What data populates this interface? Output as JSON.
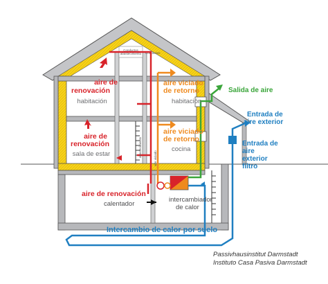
{
  "labels": {
    "aire_renovacion_1": "aire de",
    "aire_renovacion_2": "renovación",
    "habitacion": "habitación",
    "sala_estar": "sala de estar",
    "aire_viciado_1": "aire viciado",
    "aire_viciado_2": "de retorno",
    "cocina": "cocina",
    "aire_renovacion_basement": "aire de renovación",
    "calentador": "calentador",
    "intercambiador_1": "intercambiador",
    "intercambiador_2": "de calor",
    "salida_aire": "Salida de aire",
    "entrada_exterior_1": "Entrada de",
    "entrada_exterior_2": "aire exterior",
    "entrada_filtro_1": "Entrada de",
    "entrada_filtro_2": "aire",
    "entrada_filtro_3": "exterior",
    "entrada_filtro_4": "filtro",
    "intercambio_suelo": "Intercambio de calor por suelo",
    "conductos_1": "Conductos",
    "conductos_2": "abastecimiento",
    "conductos_3": "Conductos",
    "conductos_4": "aire viciado",
    "credit_1": "Passivhausinstitut Darmstadt",
    "credit_2": "Instituto Casa Pasiva Darmstadt"
  },
  "colors": {
    "insulation": "#f6d21b",
    "supply_air": "#d8232a",
    "exhaust_air": "#ef8a1e",
    "outgoing_air": "#3aa53a",
    "outdoor_air": "#1f7fc1",
    "wall": "#b7b8bb",
    "wall_stroke": "#555555"
  }
}
